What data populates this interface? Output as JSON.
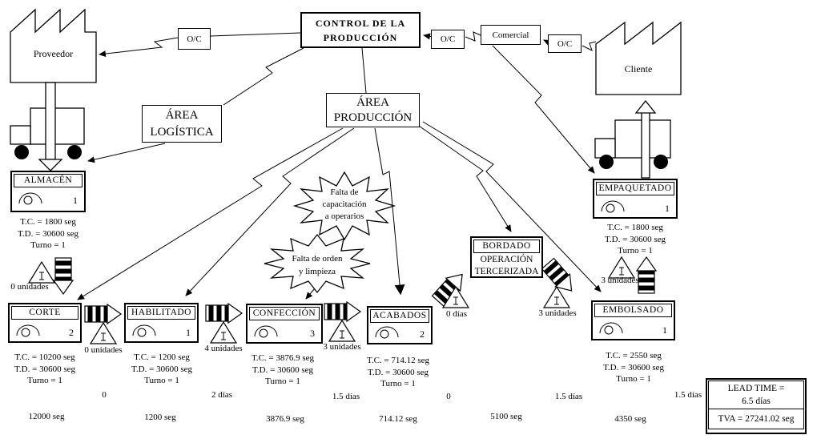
{
  "top": {
    "control_line1": "CONTROL DE LA",
    "control_line2": "PRODUCCIÓN",
    "oc": "O/C",
    "comercial": "Comercial",
    "proveedor": "Proveedor",
    "cliente": "Cliente",
    "area_logistica_line1": "ÁREA",
    "area_logistica_line2": "LOGÍSTICA",
    "area_produccion_line1": "ÁREA",
    "area_produccion_line2": "PRODUCCIÓN"
  },
  "processes": {
    "almacen": {
      "title": "ALMACÉN",
      "operators": "1",
      "tc": "T.C. = 1800 seg",
      "td": "T.D. = 30600 seg",
      "turno": "Turno = 1"
    },
    "corte": {
      "title": "CORTE",
      "operators": "2",
      "tc": "T.C. = 10200 seg",
      "td": "T.D. = 30600 seg",
      "turno": "Turno = 1"
    },
    "habilitado": {
      "title": "HABILITADO",
      "operators": "1",
      "tc": "T.C. = 1200 seg",
      "td": "T.D. = 30600 seg",
      "turno": "Turno = 1"
    },
    "confeccion": {
      "title": "CONFECCIÓN",
      "operators": "3",
      "tc": "T.C. = 3876.9 seg",
      "td": "T.D. = 30600 seg",
      "turno": "Turno = 1"
    },
    "acabados": {
      "title": "ACABADOS",
      "operators": "2",
      "tc": "T.C. = 714.12 seg",
      "td": "T.D. = 30600 seg",
      "turno": "Turno = 1"
    },
    "embolsado": {
      "title": "EMBOLSADO",
      "operators": "1",
      "tc": "T.C. = 2550 seg",
      "td": "T.D. = 30600 seg",
      "turno": "Turno = 1"
    },
    "empaquetado": {
      "title": "EMPAQUETADO",
      "operators": "1",
      "tc": "T.C. = 1800 seg",
      "td": "T.D. = 30600 seg",
      "turno": "Turno = 1"
    }
  },
  "bordado": {
    "title": "BORDADO",
    "line1": "OPERACIÓN",
    "line2": "TERCERIZADA"
  },
  "bursts": {
    "capacitacion": {
      "line1": "Falta de",
      "line2": "capacitación",
      "line3": "a operarios"
    },
    "orden": {
      "line1": "Falta de orden",
      "line2": "y limpieza"
    }
  },
  "inventories": {
    "almacen_out": "0 unidades",
    "corte_out": "0 unidades",
    "habilitado_out": "4 unidades",
    "confeccion_out": "3 unidades",
    "acabados_out": "0 días",
    "bordado_out": "3 unidades",
    "embolsado_out": "3 unidades"
  },
  "timeline": {
    "dias": [
      "0",
      "2 días",
      "1.5 días",
      "0",
      "1.5 días",
      "1.5 días"
    ],
    "segs": [
      "12000 seg",
      "1200 seg",
      "3876.9 seg",
      "714.12 seg",
      "5100 seg",
      "4350 seg"
    ]
  },
  "leadtime": {
    "line1": "LEAD TIME =",
    "line2": "6.5 días",
    "tva": "TVA = 27241.02 seg"
  },
  "colors": {
    "ink": "#000000",
    "paper": "#ffffff"
  }
}
